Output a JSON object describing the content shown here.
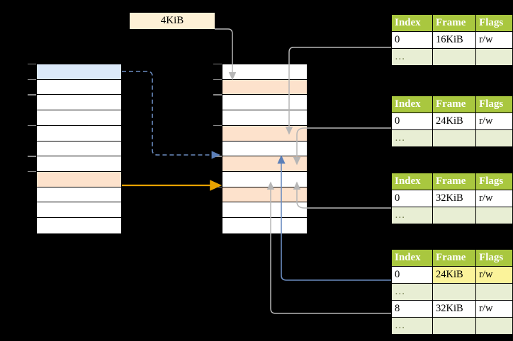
{
  "diagram": {
    "title_label": "4KiB",
    "virtual_column": {
      "name": "virtual-address-column",
      "row_count": 11,
      "rows": [
        {
          "fill": "blue",
          "label": ""
        },
        {
          "fill": "white",
          "label": ""
        },
        {
          "fill": "white",
          "label": ""
        },
        {
          "fill": "white",
          "label": ""
        },
        {
          "fill": "white",
          "label": ""
        },
        {
          "fill": "white",
          "label": ""
        },
        {
          "fill": "white",
          "label": ""
        },
        {
          "fill": "peach",
          "label": ""
        },
        {
          "fill": "white",
          "label": ""
        },
        {
          "fill": "white",
          "label": ""
        },
        {
          "fill": "white",
          "label": ""
        }
      ]
    },
    "physical_column": {
      "name": "physical-memory-column",
      "row_count": 11,
      "rows": [
        {
          "fill": "white",
          "label": ""
        },
        {
          "fill": "peach",
          "label": ""
        },
        {
          "fill": "white",
          "label": ""
        },
        {
          "fill": "white",
          "label": ""
        },
        {
          "fill": "peach",
          "label": ""
        },
        {
          "fill": "white",
          "label": ""
        },
        {
          "fill": "peach",
          "label": ""
        },
        {
          "fill": "white",
          "label": ""
        },
        {
          "fill": "peach",
          "label": ""
        },
        {
          "fill": "white",
          "label": ""
        },
        {
          "fill": "white",
          "label": ""
        }
      ]
    },
    "tables": [
      {
        "name": "page-table-1",
        "headers": [
          "Index",
          "Frame",
          "Flags"
        ],
        "rows": [
          {
            "cells": [
              "0",
              "16KiB",
              "r/w"
            ],
            "muted": false,
            "highlight": []
          },
          {
            "cells": [
              "…",
              "",
              ""
            ],
            "muted": true,
            "highlight": []
          }
        ]
      },
      {
        "name": "page-table-2",
        "headers": [
          "Index",
          "Frame",
          "Flags"
        ],
        "rows": [
          {
            "cells": [
              "0",
              "24KiB",
              "r/w"
            ],
            "muted": false,
            "highlight": []
          },
          {
            "cells": [
              "…",
              "",
              ""
            ],
            "muted": true,
            "highlight": []
          }
        ]
      },
      {
        "name": "page-table-3",
        "headers": [
          "Index",
          "Frame",
          "Flags"
        ],
        "rows": [
          {
            "cells": [
              "0",
              "32KiB",
              "r/w"
            ],
            "muted": false,
            "highlight": []
          },
          {
            "cells": [
              "…",
              "",
              ""
            ],
            "muted": true,
            "highlight": []
          }
        ]
      },
      {
        "name": "page-table-4",
        "headers": [
          "Index",
          "Frame",
          "Flags"
        ],
        "rows": [
          {
            "cells": [
              "0",
              "24KiB",
              "r/w"
            ],
            "muted": false,
            "highlight": [
              1,
              2
            ]
          },
          {
            "cells": [
              "…",
              "",
              ""
            ],
            "muted": true,
            "highlight": []
          },
          {
            "cells": [
              "8",
              "32KiB",
              "r/w"
            ],
            "muted": false,
            "highlight": []
          },
          {
            "cells": [
              "…",
              "",
              ""
            ],
            "muted": true,
            "highlight": []
          }
        ]
      }
    ],
    "colors": {
      "header_green": "#a9c73f",
      "muted_row": "#e8eed4",
      "highlight_yellow": "#fbf39a",
      "peach_row": "#fde2cc",
      "blue_row": "#dce9f9",
      "label_cream": "#fdf1d6",
      "connector_gray": "#b3b3b3",
      "connector_blue": "#6b8cc0",
      "connector_orange": "#e8a200"
    }
  }
}
